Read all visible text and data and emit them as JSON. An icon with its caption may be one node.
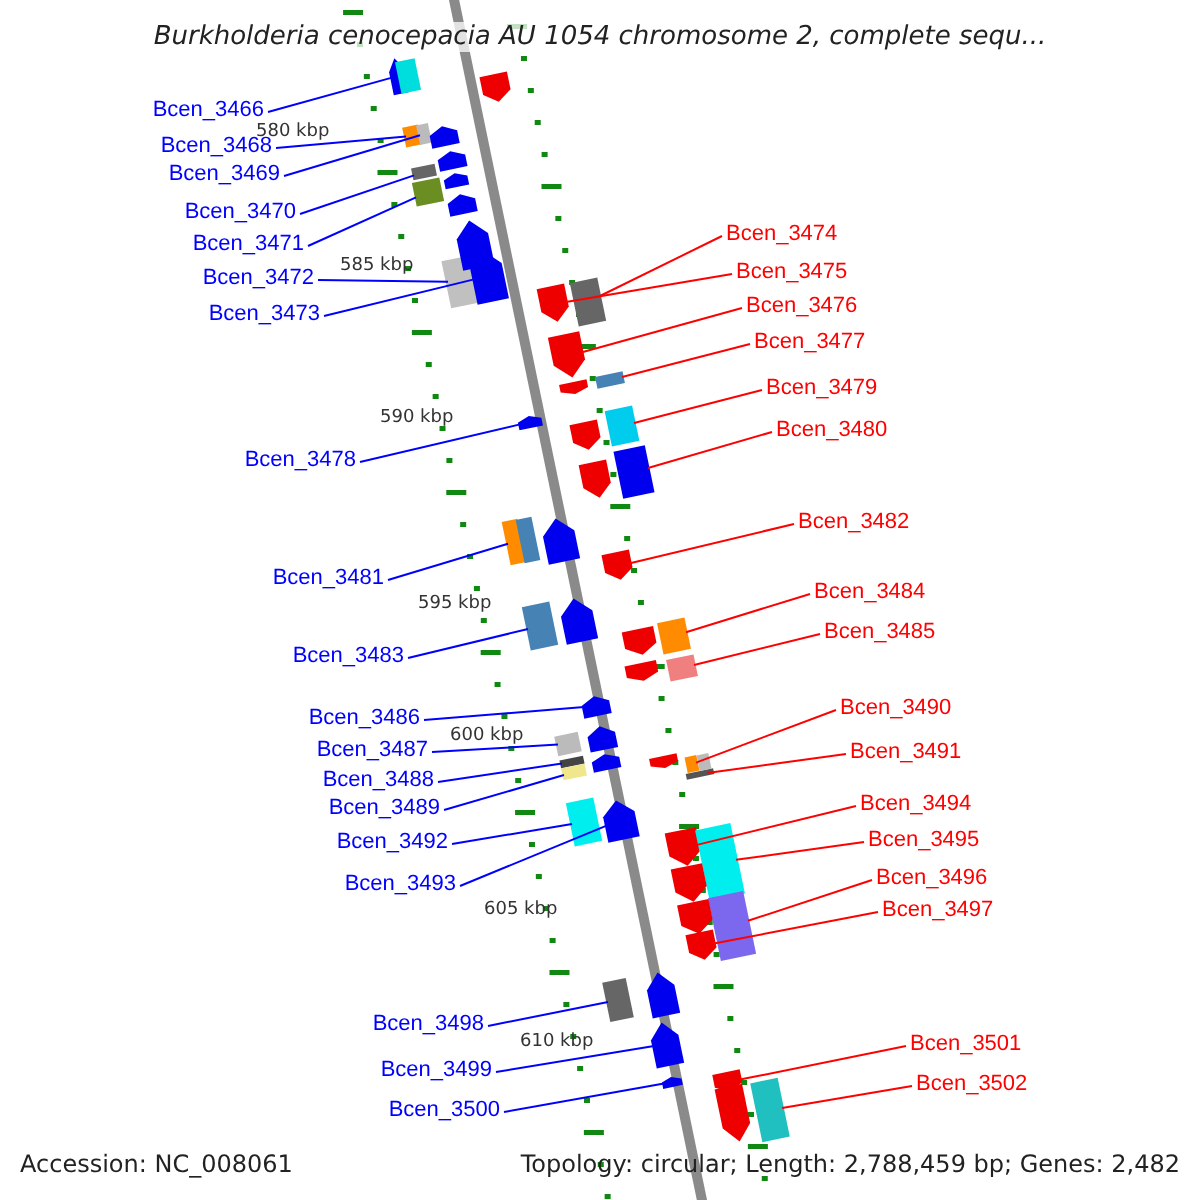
{
  "diagram": {
    "title": "Burkholderia cenocepacia AU 1054 chromosome 2, complete sequ...",
    "nodes": [
      {
        "text": [
          "Bcen_3466"
        ]
      },
      {
        "text": [
          "Bcen_3468"
        ]
      },
      {
        "text": [
          "Bcen_3469"
        ]
      },
      {
        "text": [
          "Bcen_3470"
        ]
      },
      {
        "text": [
          "Bcen_3471"
        ]
      },
      {
        "text": [
          "Bcen_3472"
        ]
      },
      {
        "text": [
          "Bcen_3473"
        ]
      },
      {
        "text": [
          "Bcen_3474"
        ]
      },
      {
        "text": [
          "Bcen_3475"
        ]
      },
      {
        "text": [
          "Bcen_3476"
        ]
      },
      {
        "text": [
          "Bcen_3477"
        ]
      },
      {
        "text": [
          "Bcen_3478"
        ]
      },
      {
        "text": [
          "Bcen_3479"
        ]
      },
      {
        "text": [
          "Bcen_3480"
        ]
      },
      {
        "text": [
          "Bcen_3481"
        ]
      },
      {
        "text": [
          "Bcen_3482"
        ]
      },
      {
        "text": [
          "Bcen_3483"
        ]
      },
      {
        "text": [
          "Bcen_3484"
        ]
      },
      {
        "text": [
          "Bcen_3485"
        ]
      },
      {
        "text": [
          "Bcen_3486"
        ]
      },
      {
        "text": [
          "Bcen_3487"
        ]
      },
      {
        "text": [
          "Bcen_3488"
        ]
      },
      {
        "text": [
          "Bcen_3489"
        ]
      },
      {
        "text": [
          "Bcen_3490"
        ]
      },
      {
        "text": [
          "Bcen_3491"
        ]
      },
      {
        "text": [
          "Bcen_3492"
        ]
      },
      {
        "text": [
          "Bcen_3493"
        ]
      },
      {
        "text": [
          "Bcen_3494"
        ]
      },
      {
        "text": [
          "Bcen_3495"
        ]
      },
      {
        "text": [
          "Bcen_3496"
        ]
      },
      {
        "text": [
          "Bcen_3497"
        ]
      },
      {
        "text": [
          "Bcen_3498"
        ]
      },
      {
        "text": [
          "Bcen_3499"
        ]
      },
      {
        "text": [
          "Bcen_3500"
        ]
      },
      {
        "text": [
          "Bcen_3501"
        ]
      },
      {
        "text": [
          "Bcen_3502"
        ]
      },
      {
        "text": [],
        "shape": "arrow"
      },
      {
        "text": [],
        "shape": "box"
      },
      {
        "text": [],
        "shape": "box"
      },
      {
        "text": [],
        "shape": "box"
      },
      {
        "text": [],
        "shape": "box"
      },
      {
        "text": [],
        "shape": "box"
      },
      {
        "text": [],
        "shape": "arrow"
      },
      {
        "text": [],
        "shape": "box"
      },
      {
        "text": [],
        "shape": "arrow"
      },
      {
        "text": [],
        "shape": "arrow"
      },
      {
        "text": [],
        "shape": "box"
      },
      {
        "text": [],
        "shape": "arrow"
      },
      {
        "text": [],
        "shape": "box"
      },
      {
        "text": [],
        "shape": "box"
      },
      {
        "text": [],
        "shape": "box"
      },
      {
        "text": [],
        "shape": "arrow"
      },
      {
        "text": [],
        "shape": "box"
      },
      {
        "text": [],
        "shape": "box"
      },
      {
        "text": [],
        "shape": "box"
      },
      {
        "text": [],
        "shape": "arrow"
      },
      {
        "text": [],
        "shape": "box"
      },
      {
        "text": [],
        "shape": "box"
      },
      {
        "text": [],
        "shape": "box"
      },
      {
        "text": [],
        "shape": "box"
      },
      {
        "text": [],
        "shape": "box"
      },
      {
        "text": [],
        "shape": "box"
      },
      {
        "text": [],
        "shape": "arrow"
      },
      {
        "text": [],
        "shape": "arrow"
      },
      {
        "text": [],
        "shape": "box"
      },
      {
        "text": [],
        "shape": "box"
      },
      {
        "text": [],
        "shape": "arrow"
      },
      {
        "text": [],
        "shape": "box"
      },
      {
        "text": [],
        "shape": "arrow"
      },
      {
        "text": [],
        "shape": "arrow"
      },
      {
        "text": [],
        "shape": "arrow"
      },
      {
        "text": [],
        "shape": "box"
      },
      {
        "text": [],
        "shape": "arrow"
      },
      {
        "text": [],
        "shape": "arrow"
      },
      {
        "text": [],
        "shape": "arrow"
      },
      {
        "text": [],
        "shape": "arrow"
      },
      {
        "text": [],
        "shape": "arrow"
      },
      {
        "text": [],
        "shape": "arrow"
      },
      {
        "text": [],
        "shape": "arrow"
      },
      {
        "text": [],
        "shape": "arrow"
      },
      {
        "text": [],
        "shape": "arrow"
      },
      {
        "text": [],
        "shape": "arrow"
      },
      {
        "text": [],
        "shape": "arrow"
      },
      {
        "text": [],
        "shape": "arrow"
      },
      {
        "text": [],
        "shape": "arrow"
      },
      {
        "text": [],
        "shape": "arrow"
      },
      {
        "text": [],
        "shape": "arrow"
      },
      {
        "text": [],
        "shape": "arrow"
      },
      {
        "text": [],
        "shape": "arrow"
      },
      {
        "text": [],
        "shape": "arrow"
      },
      {
        "text": [],
        "shape": "arrow"
      },
      {
        "text": [],
        "shape": "arrow"
      },
      {
        "text": [],
        "shape": "box"
      },
      {
        "text": [],
        "shape": "box"
      },
      {
        "text": [],
        "shape": "box"
      }
    ],
    "edges": [
      {
        "from": 0,
        "to": 36,
        "arrow": "none"
      },
      {
        "from": 1,
        "to": 37,
        "arrow": "none"
      },
      {
        "from": 2,
        "to": 38,
        "arrow": "none"
      },
      {
        "from": 3,
        "to": 39,
        "arrow": "none"
      },
      {
        "from": 4,
        "to": 40,
        "arrow": "none"
      },
      {
        "from": 5,
        "to": 41,
        "arrow": "none"
      },
      {
        "from": 6,
        "to": 42,
        "arrow": "none"
      },
      {
        "from": 7,
        "to": 43,
        "arrow": "none",
        "color": "#ff0000"
      },
      {
        "from": 8,
        "to": 44,
        "arrow": "none",
        "color": "#ff0000"
      },
      {
        "from": 9,
        "to": 45,
        "arrow": "none",
        "color": "#ff0000"
      },
      {
        "from": 10,
        "to": 46,
        "arrow": "none",
        "color": "#ff0000"
      },
      {
        "from": 11,
        "to": 47,
        "arrow": "none"
      },
      {
        "from": 12,
        "to": 48,
        "arrow": "none",
        "color": "#ff0000"
      },
      {
        "from": 13,
        "to": 49,
        "arrow": "none",
        "color": "#ff0000"
      },
      {
        "from": 14,
        "to": 50,
        "arrow": "none"
      },
      {
        "from": 15,
        "to": 51,
        "arrow": "none",
        "color": "#ff0000"
      },
      {
        "from": 16,
        "to": 52,
        "arrow": "none"
      },
      {
        "from": 17,
        "to": 53,
        "arrow": "none",
        "color": "#ff0000"
      },
      {
        "from": 18,
        "to": 54,
        "arrow": "none",
        "color": "#ff0000"
      },
      {
        "from": 19,
        "to": 55,
        "arrow": "none"
      },
      {
        "from": 20,
        "to": 56,
        "arrow": "none"
      },
      {
        "from": 21,
        "to": 57,
        "arrow": "none"
      },
      {
        "from": 22,
        "to": 58,
        "arrow": "none"
      },
      {
        "from": 23,
        "to": 59,
        "arrow": "none",
        "color": "#ff0000"
      },
      {
        "from": 24,
        "to": 60,
        "arrow": "none",
        "color": "#ff0000"
      },
      {
        "from": 25,
        "to": 61,
        "arrow": "none"
      },
      {
        "from": 26,
        "to": 62,
        "arrow": "none"
      },
      {
        "from": 27,
        "to": 63,
        "arrow": "none",
        "color": "#ff0000"
      },
      {
        "from": 28,
        "to": 64,
        "arrow": "none",
        "color": "#ff0000"
      },
      {
        "from": 29,
        "to": 65,
        "arrow": "none",
        "color": "#ff0000"
      },
      {
        "from": 30,
        "to": 66,
        "arrow": "none",
        "color": "#ff0000"
      },
      {
        "from": 31,
        "to": 67,
        "arrow": "none"
      },
      {
        "from": 32,
        "to": 68,
        "arrow": "none"
      },
      {
        "from": 33,
        "to": 69,
        "arrow": "none"
      },
      {
        "from": 34,
        "to": 70,
        "arrow": "none",
        "color": "#ff0000"
      },
      {
        "from": 35,
        "to": 71,
        "arrow": "none",
        "color": "#ff0000"
      }
    ],
    "labels": [
      "580 kbp",
      "585 kbp",
      "590 kbp",
      "595 kbp",
      "600 kbp",
      "605 kbp",
      "610 kbp",
      "Accession: NC_008061",
      "Topology: circular; Length: 2,788,459 bp; Genes: 2,482"
    ]
  }
}
